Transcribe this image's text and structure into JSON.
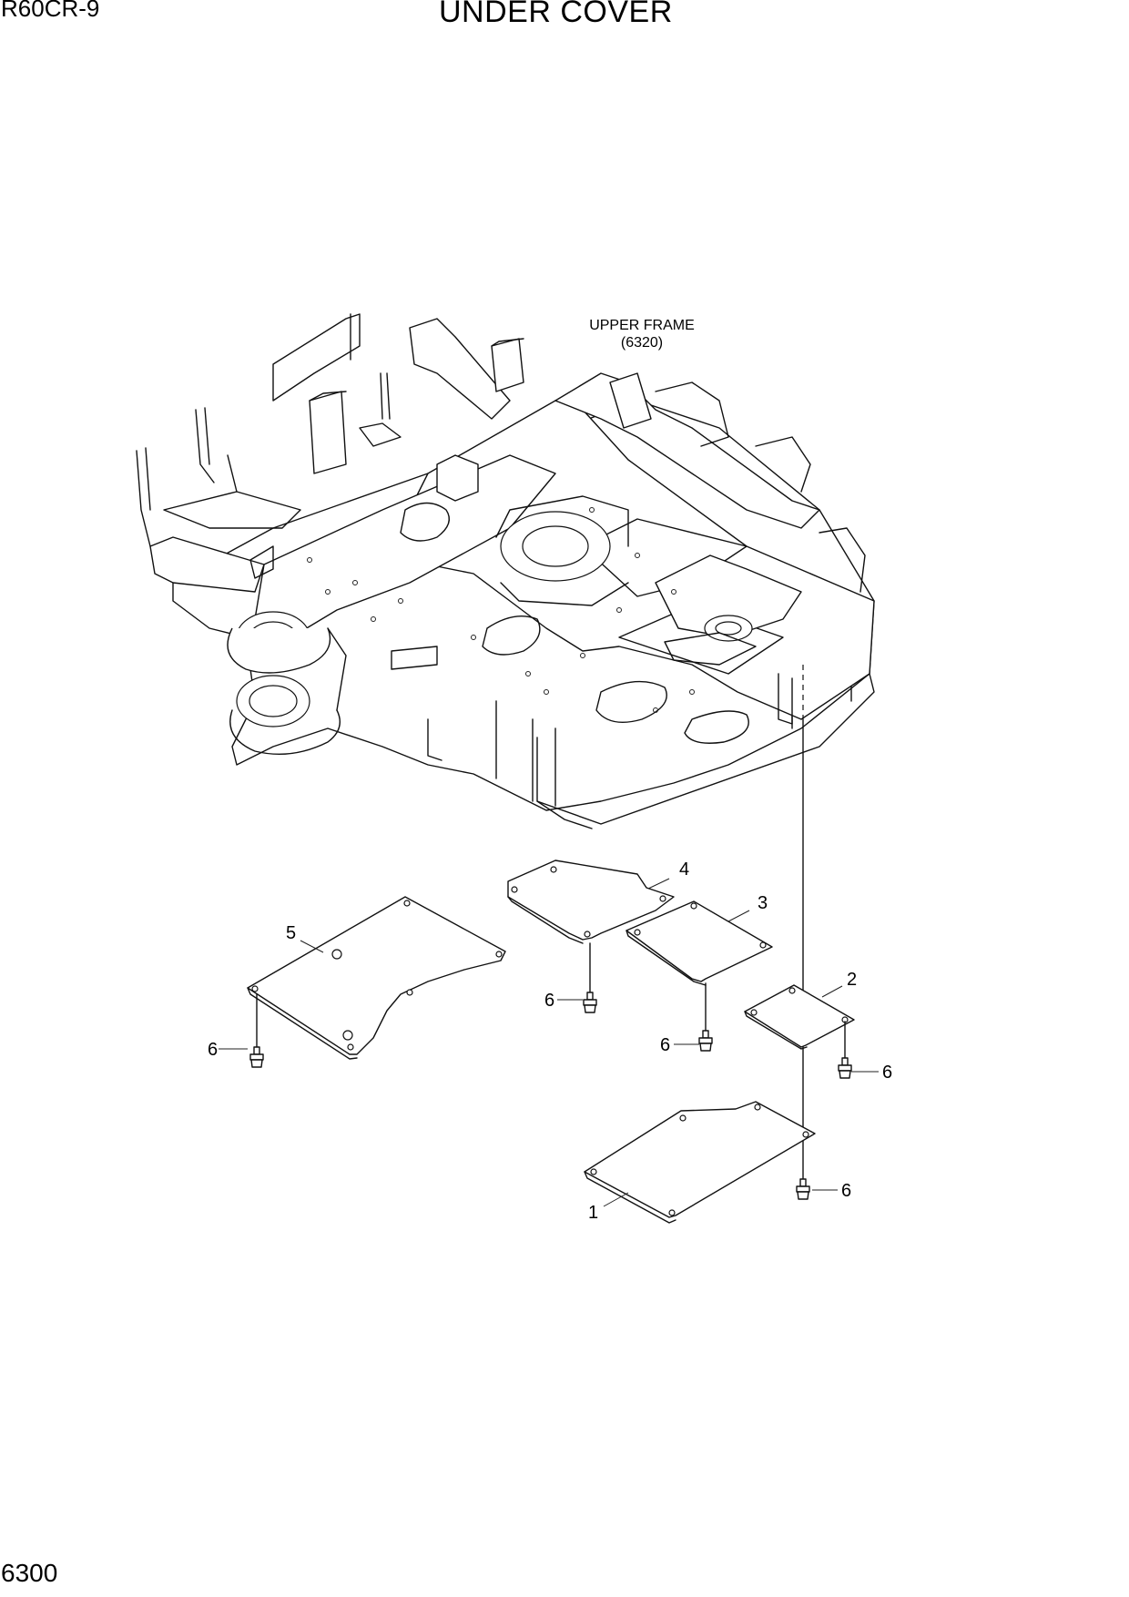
{
  "header": {
    "model": "R60CR-9",
    "title": "UNDER COVER"
  },
  "footer": {
    "page_number": "6300"
  },
  "diagram": {
    "reference_label": {
      "line1": "UPPER FRAME",
      "line2": "(6320)"
    },
    "callouts": {
      "part1": "1",
      "part2": "2",
      "part3": "3",
      "part4": "4",
      "part5": "5",
      "bolt_a": "6",
      "bolt_b": "6",
      "bolt_c": "6",
      "bolt_d": "6",
      "bolt_e": "6"
    }
  }
}
